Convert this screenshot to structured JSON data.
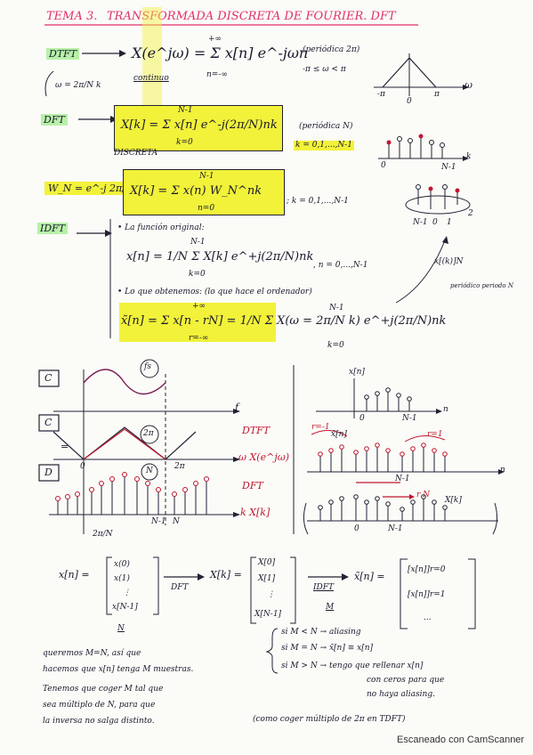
{
  "header": {
    "tema": "TEMA 3.",
    "title": "TRANSFORMADA DISCRETA DE FOURIER. DFT"
  },
  "dtft": {
    "label": "DTFT",
    "formula": "X(e^jω) = Σ x[n] e^-jωn",
    "sum_top": "+∞",
    "sum_bottom": "n=-∞",
    "note": "(periódica 2π)",
    "range": "-π ≤ ω < π",
    "continuo": "continuo",
    "omega_k": "ω = 2π/N k",
    "axis_w": "ω",
    "axis_neg": "-π",
    "axis_pos": "π",
    "axis_zero": "0"
  },
  "dft": {
    "label": "DFT",
    "formula": "X[k] = Σ x[n] e^-j(2π/N)nk",
    "sum_top": "N-1",
    "sum_bottom": "k=0",
    "discreta": "DISCRETA",
    "periodic": "(periódica N)",
    "k_range": "k = 0,1,...,N-1",
    "axis_k": "k",
    "axis_zero": "0",
    "axis_N1": "N-1"
  },
  "wn": {
    "label": "W_N = e^-j 2π/N",
    "formula": "X[k] = Σ x(n) W_N^nk",
    "sum_top": "N-1",
    "sum_bottom": "n=0",
    "k_range": "; k = 0,1,...,N-1",
    "circle_label_a": "N-1",
    "circle_label_b": "0",
    "circle_label_c": "1",
    "circle_label_d": "2"
  },
  "idft": {
    "label": "IDFT",
    "note1": "• La función original:",
    "formula": "x[n] = 1/N Σ X[k] e^+j(2π/N)nk",
    "sum_top": "N-1",
    "sum_bottom": "k=0",
    "n_range": ", n = 0,...,N-1",
    "side_label": "x[(k)]N",
    "side_note": "periódico periodo N",
    "note2": "• Lo que obtenemos: (lo que hace el ordenador)",
    "formula2": "x̃[n] = Σ x[n - rN] = 1/N Σ X(ω = 2π/N k) e^+j(2π/N)nk",
    "sum2_top": "+∞",
    "sum2_bottom": "r=-∞",
    "sum3_top": "N-1",
    "sum3_bottom": "k=0"
  },
  "plots_left": {
    "box_c1": "C",
    "box_c2": "C",
    "box_d": "D",
    "fs": "fs",
    "f_axis": "f",
    "two_pi": "2π",
    "n_circle": "N",
    "dtft_label": "DTFT",
    "dtft_sub": "ω X(e^jω)",
    "dft_label": "DFT",
    "dft_sub": "k X[k]",
    "zero": "0",
    "two_pi_axis": "2π",
    "n1": "N-1",
    "n_tick": "N",
    "frac": "2π/N",
    "eq": "="
  },
  "plots_right": {
    "xn": "x[n]",
    "n_axis": "n",
    "zero": "0",
    "n1": "N-1",
    "r_neg": "r=-1",
    "r_pos": "r=1",
    "xn_tilde": "x̃[n]",
    "n_axis2": "n",
    "n1_b": "N-1",
    "rN": "r N",
    "xk": "X[k]",
    "zero2": "0",
    "n1_c": "N-1"
  },
  "matrices": {
    "xn_label": "x[n] =",
    "xn_entries": [
      "x(0)",
      "x(1)",
      "⋮",
      "x[N-1]"
    ],
    "dft_arrow": "DFT",
    "xk_label": "X[k] =",
    "xk_entries": [
      "X[0]",
      "X[1]",
      "⋮",
      "X[N-1]"
    ],
    "idft_arrow": "IDFT",
    "m_label": "M",
    "xt_label": "x̃[n] =",
    "xt_entries": [
      "[x[n]]r=0",
      "[x[n]]r=1",
      "..."
    ],
    "n_under": "N"
  },
  "bottom": {
    "line1": "queremos M=N, así que",
    "line2": "hacemos que x[n] tenga M muestras.",
    "line3": "Tenemos que coger M tal que",
    "line4": "sea múltiplo de N, para que",
    "line5": "la inversa no salga distinto.",
    "line6": "(como coger múltiplo de 2π en TDFT)",
    "case1": "si M < N → aliasing",
    "case2": "si M = N → x̃[n] ≡ x[n]",
    "case3": "si M > N → tengo que rellenar x[n]",
    "case3b": "con ceros para que",
    "case3c": "no haya aliasing."
  },
  "footer": {
    "scanner": "Escaneado con CamScanner"
  }
}
